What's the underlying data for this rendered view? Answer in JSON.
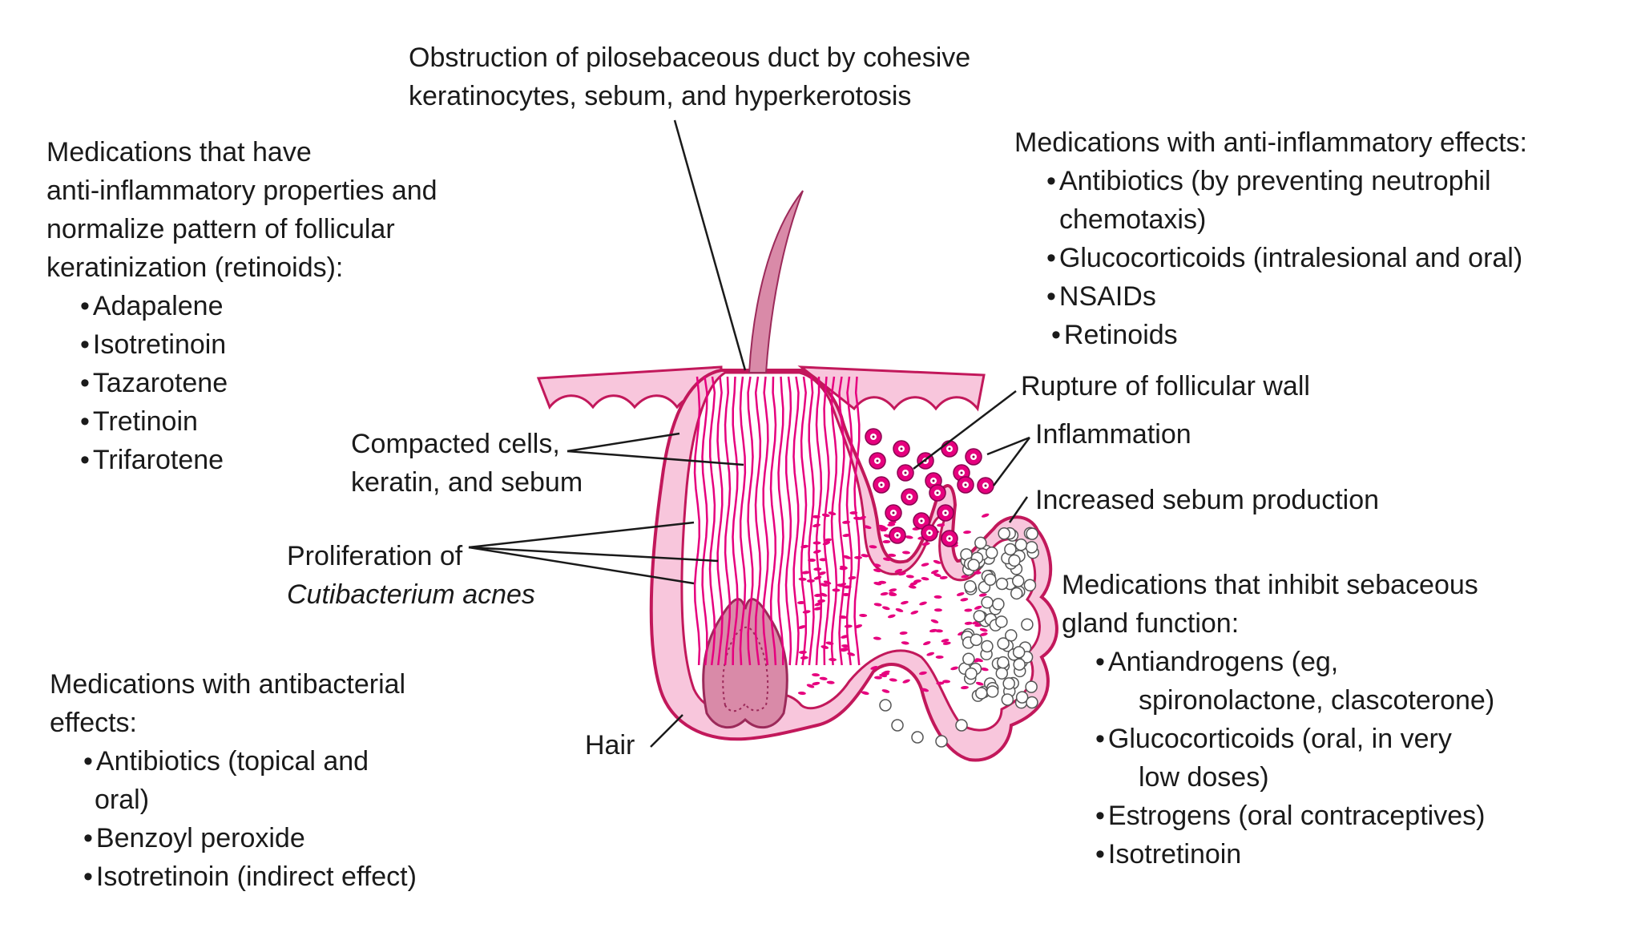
{
  "colors": {
    "skin": "#f8c6dc",
    "skin_outline": "#c2185b",
    "magenta": "#e6007e",
    "hair": "#d98aa8",
    "ink": "#1a1a1a"
  },
  "top_label": {
    "lines": [
      "Obstruction of pilosebaceous duct by cohesive",
      "keratinocytes, sebum, and hyperkerotosis"
    ]
  },
  "retinoids_box": {
    "heading_lines": [
      "Medications that have",
      "anti-inflammatory properties and",
      "normalize pattern of follicular",
      "keratinization (retinoids):"
    ],
    "items": [
      "Adapalene",
      "Isotretinoin",
      "Tazarotene",
      "Tretinoin",
      "Trifarotene"
    ]
  },
  "anti_inflammatory_box": {
    "heading": "Medications with anti-inflammatory effects:",
    "items": [
      {
        "text": "Antibiotics (by preventing neutrophil",
        "continuation": "chemotaxis)"
      },
      {
        "text": "Glucocorticoids (intralesional and oral)"
      },
      {
        "text": "NSAIDs"
      },
      {
        "text": "Retinoids"
      }
    ]
  },
  "antibacterial_box": {
    "heading_lines": [
      "Medications with antibacterial",
      "effects:"
    ],
    "items": [
      {
        "text": "Antibiotics (topical and",
        "continuation": "oral)"
      },
      {
        "text": "Benzoyl peroxide"
      },
      {
        "text": "Isotretinoin (indirect effect)"
      }
    ]
  },
  "sebaceous_box": {
    "heading_lines": [
      "Medications that inhibit sebaceous",
      "gland function:"
    ],
    "items": [
      {
        "text": "Antiandrogens (eg,",
        "continuation": "spironolactone, clascoterone)"
      },
      {
        "text": "Glucocorticoids (oral, in very",
        "continuation": "low doses)"
      },
      {
        "text": "Estrogens (oral contraceptives)"
      },
      {
        "text": "Isotretinoin"
      }
    ]
  },
  "labels": {
    "compacted": [
      "Compacted cells,",
      "keratin, and sebum"
    ],
    "proliferation": "Proliferation of",
    "proliferation_species": "Cutibacterium acnes",
    "hair": "Hair",
    "rupture": "Rupture of follicular wall",
    "inflammation": "Inflammation",
    "sebum": "Increased sebum production"
  }
}
